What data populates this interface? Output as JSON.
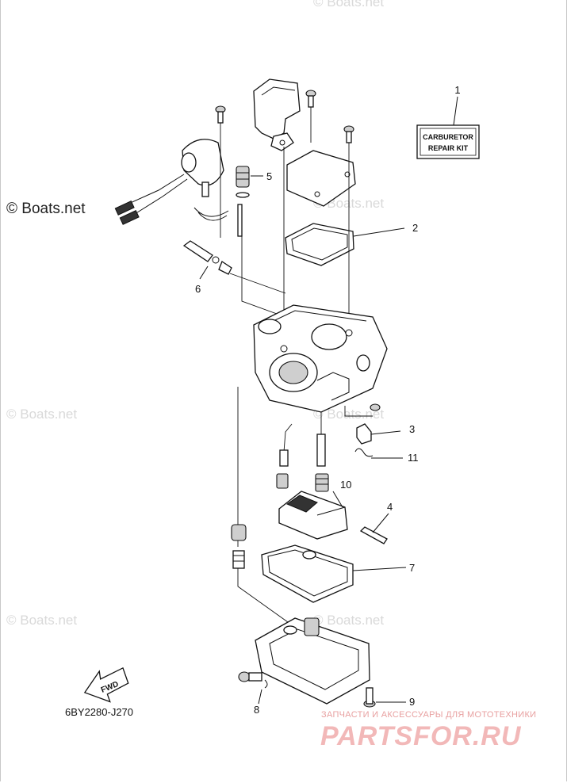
{
  "diagram": {
    "callouts": [
      "1",
      "2",
      "3",
      "4",
      "5",
      "6",
      "7",
      "8",
      "9",
      "10",
      "11"
    ],
    "kit_box": {
      "line1": "CARBURETOR",
      "line2": "REPAIR KIT"
    },
    "fwd_label": "FWD",
    "diagram_code": "6BY2280-J270"
  },
  "watermarks": {
    "main": "© Boats.net",
    "faded": "© Boats.net"
  },
  "footer": {
    "ru_subtitle": "ЗАПЧАСТИ И АКСЕССУАРЫ ДЛЯ МОТОТЕХНИКИ",
    "ru_logo": "PARTSFOR.RU"
  }
}
